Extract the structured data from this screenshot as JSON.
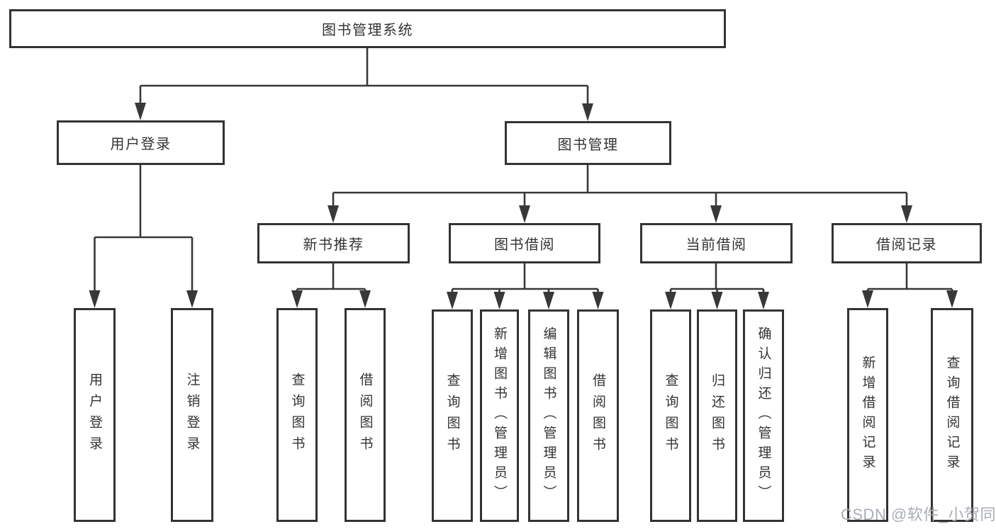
{
  "diagram": {
    "title": "图书管理系统",
    "level2": {
      "user_login": "用户登录",
      "book_management": "图书管理"
    },
    "level3": {
      "new_book_recommend": "新书推荐",
      "book_borrowing": "图书借阅",
      "current_borrowing": "当前借阅",
      "borrowing_records": "借阅记录"
    },
    "leaves": {
      "user_login": [
        "用户登录",
        "注销登录"
      ],
      "new_book_recommend": [
        "查询图书",
        "借阅图书"
      ],
      "book_borrowing": [
        "查询图书",
        "新增图书（管理员）",
        "编辑图书（管理员）",
        "借阅图书"
      ],
      "current_borrowing": [
        "查询图书",
        "归还图书",
        "确认归还（管理员）"
      ],
      "borrowing_records": [
        "新增借阅记录",
        "查询借阅记录"
      ]
    },
    "colors": {
      "line": "#383838",
      "border": "#333333",
      "text": "#333333",
      "watermark": "#a9adb5",
      "background": "#ffffff"
    }
  },
  "watermark": {
    "text": "CSDN @软件_小贺同学"
  }
}
